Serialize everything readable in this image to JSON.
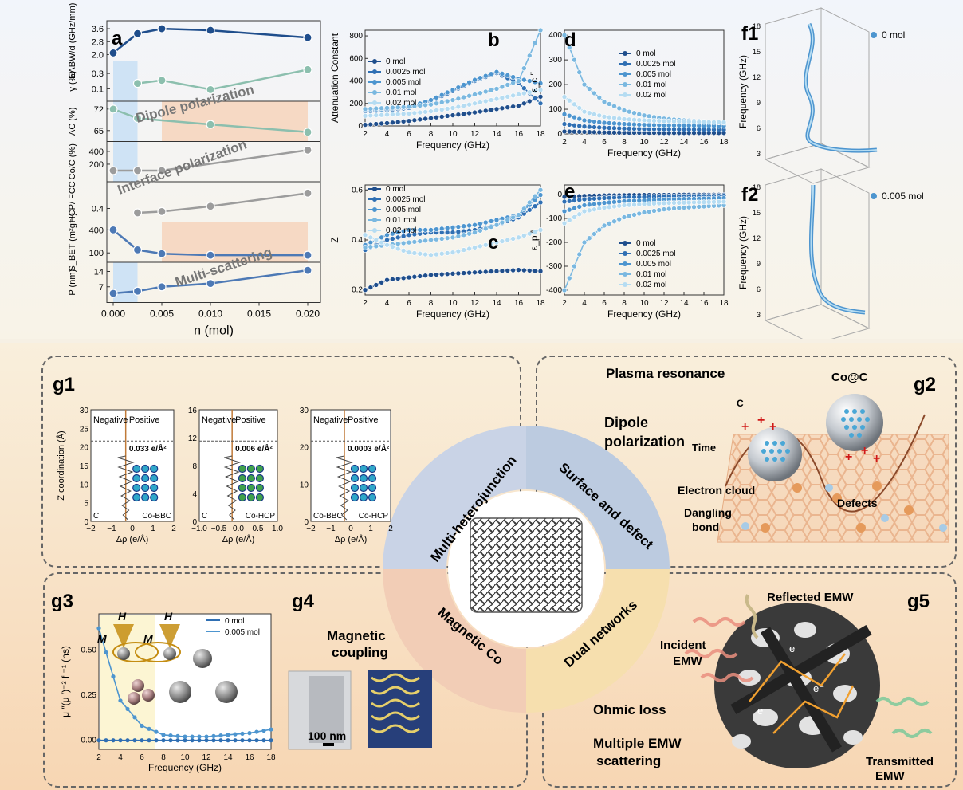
{
  "panels": {
    "a": "a",
    "b": "b",
    "c": "c",
    "d": "d",
    "e": "e",
    "f1": "f1",
    "f2": "f2",
    "g1": "g1",
    "g2": "g2",
    "g3": "g3",
    "g4": "g4",
    "g5": "g5"
  },
  "colors": {
    "s0": "#1f4e8c",
    "s1": "#2f6fb3",
    "s2": "#4d95cf",
    "s3": "#7ab8e0",
    "s4": "#b5dcf2",
    "blue_band": "#cfe3f5",
    "orange_band": "#f6d9c4",
    "green_line": "#8cbfae",
    "gray_line": "#9c9c9c"
  },
  "chart_data": [
    {
      "id": "a",
      "type": "line",
      "xlabel": "n (mol)",
      "x": [
        0.0,
        0.0025,
        0.005,
        0.01,
        0.02
      ],
      "xticks": [
        "0.000",
        "0.005",
        "0.010",
        "0.015",
        "0.020"
      ],
      "annotations": [
        "Dipole polarization",
        "Interface polarization",
        "Multi-scattering"
      ],
      "rows": [
        {
          "ylabel": "EABW/d (GHz/mm)",
          "values": [
            2.1,
            3.3,
            3.6,
            3.5,
            3.05
          ],
          "ylim": [
            1.9,
            3.8
          ],
          "ticks": [
            "3.6",
            "2.8",
            "2.0"
          ],
          "color": "#1f4e8c"
        },
        {
          "ylabel": "γ (%)",
          "values": [
            null,
            0.17,
            0.21,
            0.09,
            0.35
          ],
          "ylim": [
            0.0,
            0.4
          ],
          "ticks": [
            "0.3",
            "0.1"
          ],
          "color": "#8cbfae"
        },
        {
          "ylabel": "AC (%)",
          "values": [
            72,
            69,
            null,
            67,
            64.5
          ],
          "ylim": [
            63,
            73
          ],
          "ticks": [
            "72",
            "65"
          ],
          "color": "#8cbfae"
        },
        {
          "ylabel": "Co/C (%)",
          "values": [
            100,
            100,
            100,
            null,
            420
          ],
          "ylim": [
            0,
            480
          ],
          "ticks": [
            "400",
            "200"
          ],
          "color": "#9c9c9c"
        },
        {
          "ylabel": "HCP/ FCC",
          "values": [
            null,
            0.3,
            0.33,
            0.45,
            0.75
          ],
          "ylim": [
            0.2,
            0.9
          ],
          "ticks": [
            "0.4"
          ],
          "color": "#9c9c9c"
        },
        {
          "ylabel": "S_BET (m²g⁻¹)",
          "values": [
            400,
            140,
            90,
            70,
            70
          ],
          "ylim": [
            40,
            440
          ],
          "ticks": [
            "400",
            "100"
          ],
          "color": "#4d79b5"
        },
        {
          "ylabel": "P (nm)",
          "values": [
            4,
            5,
            7,
            8.5,
            14.5
          ],
          "ylim": [
            2,
            16
          ],
          "ticks": [
            "14",
            "7"
          ],
          "color": "#4d79b5"
        }
      ]
    },
    {
      "id": "b",
      "type": "line",
      "xlabel": "Frequency (GHz)",
      "ylabel": "Attenuation Constant",
      "x": [
        2,
        4,
        6,
        8,
        10,
        12,
        14,
        16,
        18
      ],
      "ylim": [
        0,
        850
      ],
      "yticks": [
        "0",
        "200",
        "400",
        "600",
        "800"
      ],
      "series": [
        {
          "name": "0 mol",
          "values": [
            10,
            25,
            45,
            70,
            95,
            120,
            150,
            180,
            260
          ]
        },
        {
          "name": "0.0025 mol",
          "values": [
            130,
            140,
            160,
            220,
            310,
            400,
            470,
            380,
            200
          ]
        },
        {
          "name": "0.005 mol",
          "values": [
            140,
            150,
            170,
            230,
            320,
            410,
            480,
            420,
            380
          ]
        },
        {
          "name": "0.01 mol",
          "values": [
            150,
            160,
            170,
            190,
            230,
            280,
            330,
            400,
            850
          ]
        },
        {
          "name": "0.02 mol",
          "values": [
            90,
            100,
            110,
            130,
            160,
            200,
            240,
            280,
            320
          ]
        }
      ]
    },
    {
      "id": "c",
      "type": "line",
      "xlabel": "Frequency (GHz)",
      "ylabel": "Z",
      "x": [
        2,
        4,
        6,
        8,
        10,
        12,
        14,
        16,
        18
      ],
      "ylim": [
        0.18,
        0.62
      ],
      "yticks": [
        "0.2",
        "0.4",
        "0.6"
      ],
      "series": [
        {
          "name": "0 mol",
          "values": [
            0.2,
            0.24,
            0.25,
            0.26,
            0.265,
            0.27,
            0.275,
            0.28,
            0.275
          ]
        },
        {
          "name": "0.0025 mol",
          "values": [
            0.36,
            0.4,
            0.42,
            0.43,
            0.43,
            0.44,
            0.46,
            0.49,
            0.55
          ]
        },
        {
          "name": "0.005 mol",
          "values": [
            0.38,
            0.42,
            0.44,
            0.44,
            0.45,
            0.46,
            0.48,
            0.5,
            0.58
          ]
        },
        {
          "name": "0.01 mol",
          "values": [
            0.37,
            0.38,
            0.39,
            0.4,
            0.41,
            0.43,
            0.46,
            0.5,
            0.6
          ]
        },
        {
          "name": "0.02 mol",
          "values": [
            0.42,
            0.38,
            0.35,
            0.34,
            0.35,
            0.37,
            0.39,
            0.41,
            0.44
          ]
        }
      ]
    },
    {
      "id": "d",
      "type": "line",
      "xlabel": "Frequency (GHz)",
      "ylabel": "ε_c ″",
      "x": [
        2,
        4,
        6,
        8,
        10,
        12,
        14,
        16,
        18
      ],
      "ylim": [
        0,
        420
      ],
      "yticks": [
        "0",
        "100",
        "200",
        "300",
        "400"
      ],
      "series": [
        {
          "name": "0 mol",
          "values": [
            10,
            8,
            6,
            5,
            5,
            4,
            4,
            4,
            4
          ]
        },
        {
          "name": "0.0025 mol",
          "values": [
            40,
            30,
            25,
            22,
            20,
            19,
            18,
            17,
            17
          ]
        },
        {
          "name": "0.005 mol",
          "values": [
            80,
            55,
            45,
            40,
            37,
            35,
            34,
            33,
            32
          ]
        },
        {
          "name": "0.01 mol",
          "values": [
            400,
            200,
            130,
            95,
            75,
            62,
            55,
            50,
            45
          ]
        },
        {
          "name": "0.02 mol",
          "values": [
            150,
            90,
            70,
            60,
            55,
            52,
            50,
            48,
            47
          ]
        }
      ]
    },
    {
      "id": "e",
      "type": "line",
      "xlabel": "Frequency (GHz)",
      "ylabel": "ε_p ″",
      "x": [
        2,
        4,
        6,
        8,
        10,
        12,
        14,
        16,
        18
      ],
      "ylim": [
        -420,
        40
      ],
      "yticks": [
        "0",
        "-100",
        "-200",
        "-300",
        "-400"
      ],
      "series": [
        {
          "name": "0 mol",
          "values": [
            -10,
            -6,
            -4,
            -3,
            -2,
            -2,
            -1,
            -1,
            -1
          ]
        },
        {
          "name": "0.0025 mol",
          "values": [
            -30,
            -20,
            -15,
            -12,
            -10,
            -8,
            -7,
            -6,
            -5
          ]
        },
        {
          "name": "0.005 mol",
          "values": [
            -70,
            -45,
            -35,
            -28,
            -24,
            -21,
            -19,
            -17,
            -15
          ]
        },
        {
          "name": "0.01 mol",
          "values": [
            -400,
            -200,
            -130,
            -95,
            -75,
            -62,
            -55,
            -50,
            -45
          ]
        },
        {
          "name": "0.02 mol",
          "values": [
            -120,
            -70,
            -55,
            -45,
            -40,
            -36,
            -34,
            -32,
            -30
          ]
        }
      ]
    },
    {
      "id": "f1",
      "type": "line",
      "zlabel": "Frequency (GHz)",
      "legend": "0 mol",
      "zticks": [
        "18",
        "15",
        "12",
        "9",
        "6",
        "3"
      ]
    },
    {
      "id": "f2",
      "type": "line",
      "zlabel": "Frequency (GHz)",
      "legend": "0.005 mol",
      "zticks": [
        "18",
        "15",
        "12",
        "9",
        "6",
        "3"
      ]
    },
    {
      "id": "g1",
      "type": "line",
      "title": "Interface polarization",
      "ylabel": "Z coordination (Å)",
      "xlabel": "Δρ (e/Å)",
      "subplots": [
        {
          "value": "0.033 e/Å²",
          "left": "C",
          "right": "Co-BBC",
          "yticks": [
            "30",
            "25",
            "20",
            "15",
            "10",
            "5",
            "0"
          ],
          "xticks": [
            "−2",
            "−1",
            "0",
            "1",
            "2"
          ]
        },
        {
          "value": "0.006 e/Å²",
          "left": "C",
          "right": "Co-HCP",
          "yticks": [
            "16",
            "12",
            "8",
            "4",
            "0"
          ],
          "xticks": [
            "−1.0",
            "−0.5",
            "0.0",
            "0.5",
            "1.0"
          ]
        },
        {
          "value": "0.0003 e/Å²",
          "left": "Co-BBC",
          "right": "Co-HCP",
          "yticks": [
            "30",
            "20",
            "10",
            "0"
          ],
          "xticks": [
            "−2",
            "−1",
            "0",
            "1",
            "2"
          ]
        }
      ],
      "negative": "Negative",
      "positive": "Positive"
    },
    {
      "id": "g3",
      "type": "line",
      "xlabel": "Frequency (GHz)",
      "ylabel": "μ ″(μ ′)⁻² f ⁻¹ (ns)",
      "x": [
        2,
        4,
        6,
        8,
        10,
        12,
        14,
        16,
        18
      ],
      "ylim": [
        -0.05,
        0.7
      ],
      "yticks": [
        "0.00",
        "0.25",
        "0.50"
      ],
      "series": [
        {
          "name": "0 mol",
          "values": [
            0.0,
            0.0,
            0.0,
            0.0,
            0.0,
            0.0,
            0.0,
            0.0,
            0.0
          ]
        },
        {
          "name": "0.005 mol",
          "values": [
            0.62,
            0.22,
            0.08,
            0.03,
            0.02,
            0.02,
            0.03,
            0.04,
            0.06
          ]
        }
      ]
    }
  ],
  "hub": {
    "labels": [
      "Multi-heterojunction",
      "Surface and defect",
      "Magnetic Co",
      "Dual networks"
    ]
  },
  "g2": {
    "plasma": "Plasma resonance",
    "coc": "Co@C",
    "dipole1": "Dipole",
    "dipole2": "polarization",
    "time": "Time",
    "c": "C",
    "electron": "Electron cloud",
    "defects": "Defects",
    "dangling1": "Dangling",
    "dangling2": "bond"
  },
  "g4": {
    "title1": "Magnetic",
    "title2": "coupling",
    "scale": "100 nm"
  },
  "g3labels": {
    "H": "H",
    "M": "M"
  },
  "g5": {
    "reflected": "Reflected EMW",
    "incident1": "Incident",
    "incident2": "EMW",
    "ohmic": "Ohmic loss",
    "multi1": "Multiple EMW",
    "multi2": "scattering",
    "trans1": "Transmitted",
    "trans2": "EMW",
    "e": "e⁻"
  }
}
